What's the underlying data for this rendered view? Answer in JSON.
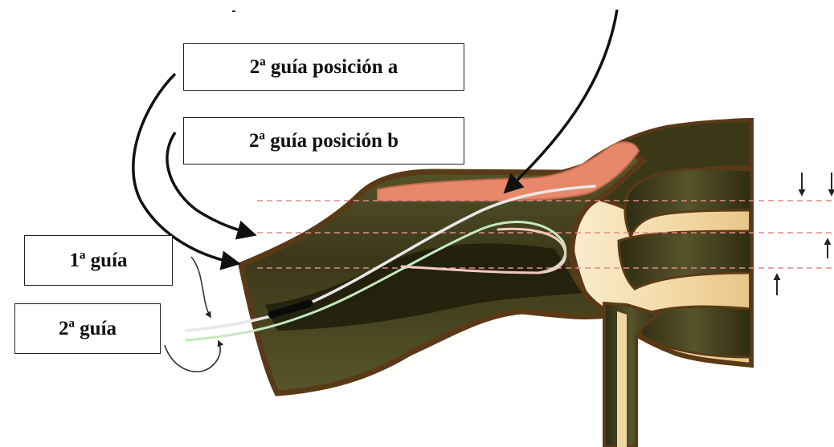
{
  "labels": {
    "second_guide_position_a": "2ª guía posición a",
    "second_guide_position_b": "2ª guía posición b",
    "first_guide": "1ª guía",
    "second_guide": "2ª guía"
  },
  "colors": {
    "outline": "#5a3a16",
    "duct_dark": "#26240f",
    "duct_mid": "#4a4824",
    "pancreatic_duct": "#e8886a",
    "duodenum_wall": "#f2d7a2",
    "duodenum_light": "#fbeed2",
    "guide_green": "#c6e8c0",
    "guide_pink": "#f1c9c2",
    "reference_line": "#e38a8a",
    "arrow": "#111111"
  }
}
